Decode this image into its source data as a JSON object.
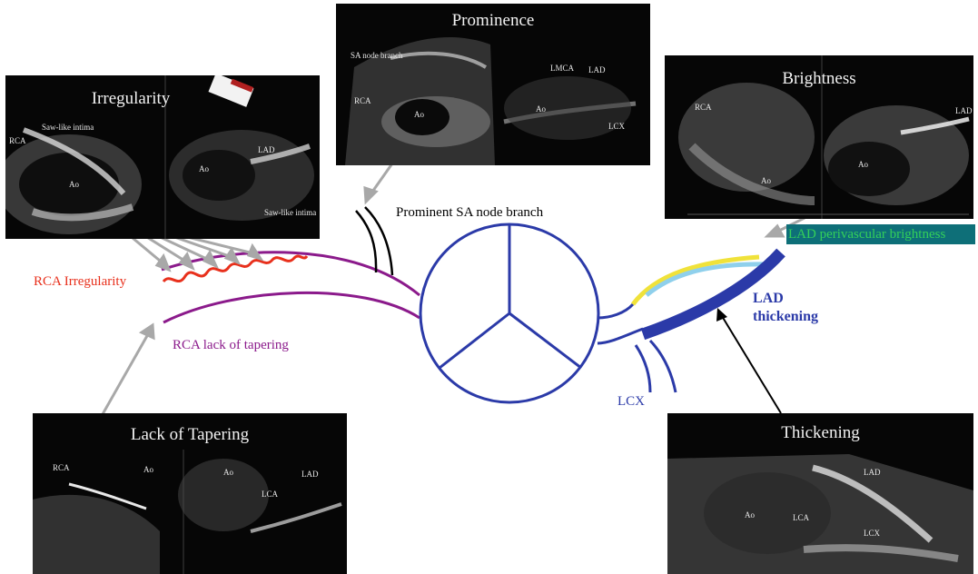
{
  "panels": {
    "irregularity": {
      "title": "Irregularity",
      "labels": {
        "rca": "RCA",
        "saw_top": "Saw-like intima",
        "ao": "Ao",
        "lad": "LAD",
        "ao2": "Ao",
        "saw_bottom": "Saw-like intima"
      }
    },
    "prominence": {
      "title": "Prominence",
      "labels": {
        "sa_node": "SA node branch",
        "rca": "RCA",
        "ao": "Ao",
        "lmca": "LMCA",
        "lad": "LAD",
        "ao2": "Ao",
        "lcx": "LCX"
      }
    },
    "brightness": {
      "title": "Brightness",
      "labels": {
        "rca": "RCA",
        "ao": "Ao",
        "ao2": "Ao",
        "lad": "LAD"
      }
    },
    "tapering": {
      "title": "Lack of Tapering",
      "labels": {
        "rca": "RCA",
        "ao": "Ao",
        "ao2": "Ao",
        "lad": "LAD",
        "lca": "LCA"
      }
    },
    "thickening": {
      "title": "Thickening",
      "labels": {
        "ao": "Ao",
        "lad": "LAD",
        "lca": "LCA",
        "lcx": "LCX"
      }
    }
  },
  "diagram": {
    "prominent_sa": "Prominent SA node branch",
    "rca_irregularity": "RCA Irregularity",
    "rca_tapering": "RCA lack of tapering",
    "lad_brightness": "LAD perivascular brightness",
    "lad_thickening_1": "LAD",
    "lad_thickening_2": "thickening",
    "lcx": "LCX"
  },
  "colors": {
    "red": "#e8301c",
    "purple": "#8b1a8b",
    "blue": "#2b3aa8",
    "yellow": "#f0e23a",
    "cyan": "#8fd0ec",
    "green_text": "#33d05a",
    "teal_box": "#0e6f78"
  }
}
